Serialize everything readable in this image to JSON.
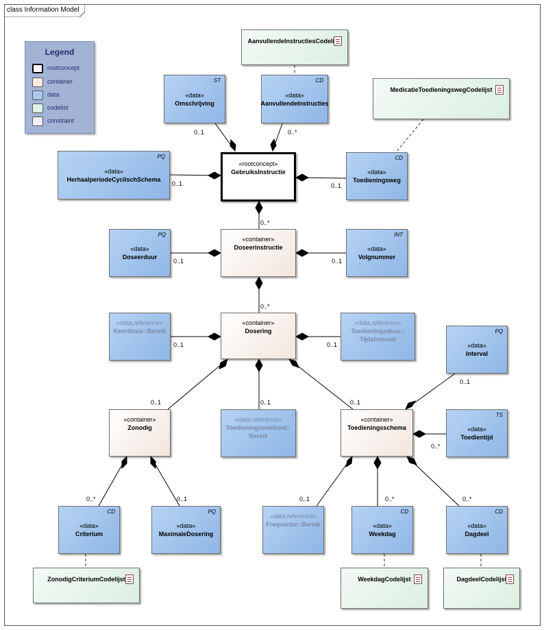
{
  "frame": {
    "title": "class Information Model"
  },
  "legend": {
    "title": "Legend",
    "items": [
      {
        "label": "rootconcept",
        "color": "#ffffff"
      },
      {
        "label": "container",
        "color": "#f8ece3"
      },
      {
        "label": "data",
        "color": "#a8c8f0"
      },
      {
        "label": "codelist",
        "color": "#dff2e6"
      },
      {
        "label": "constraint",
        "color": "#eef0fb"
      }
    ]
  },
  "nodes": {
    "aanvullende_codelijst": {
      "name": "AanvullendeInstructiesCodelijst"
    },
    "medicatie_codelijst": {
      "name": "MedicatieToedieningswegCodelijst"
    },
    "omschrijving": {
      "stereo": "«data»",
      "name": "Omschrijving",
      "tag": "ST"
    },
    "aanvullende": {
      "stereo": "«data»",
      "name": "AanvullendeInstructies",
      "tag": "CD"
    },
    "herhaal": {
      "stereo": "«data»",
      "name": "HerhaalperiodeCyclischSchema",
      "tag": "PQ"
    },
    "gebruik": {
      "stereo": "«rootconcept»",
      "name": "GebruiksInstructie"
    },
    "toedieningsweg": {
      "stereo": "«data»",
      "name": "Toedieningsweg",
      "tag": "CD"
    },
    "doseerduur": {
      "stereo": "«data»",
      "name": "Doseerduur",
      "tag": "PQ"
    },
    "doseerinstructie": {
      "stereo": "«container»",
      "name": "Doseerinstructie"
    },
    "volgnummer": {
      "stereo": "«data»",
      "name": "Volgnummer",
      "tag": "INT"
    },
    "keerdosis": {
      "stereo": "«data,reference»",
      "name": "Keerdosis::Bereik"
    },
    "dosering": {
      "stereo": "«container»",
      "name": "Dosering"
    },
    "toedieningsduur": {
      "stereo": "«data,reference»",
      "name": "Toedieningsduur::",
      "name2": "TijdsInterval"
    },
    "interval": {
      "stereo": "«data»",
      "name": "Interval",
      "tag": "PQ"
    },
    "zonodig": {
      "stereo": "«container»",
      "name": "Zonodig"
    },
    "snelheid": {
      "stereo": "«data,reference»",
      "name": "Toedieningssnelheid::",
      "name2": "Bereik"
    },
    "schema": {
      "stereo": "«container»",
      "name": "Toedieningsschema"
    },
    "toedientijd": {
      "stereo": "«data»",
      "name": "Toedientijd",
      "tag": "TS"
    },
    "criterium": {
      "stereo": "«data»",
      "name": "Criterium",
      "tag": "CD"
    },
    "maximale": {
      "stereo": "«data»",
      "name": "MaximaleDosering",
      "tag": "PQ"
    },
    "frequentie": {
      "stereo": "«data,reference»",
      "name": "Frequentie::Bereik"
    },
    "weekdag": {
      "stereo": "«data»",
      "name": "Weekdag",
      "tag": "CD"
    },
    "dagdeel": {
      "stereo": "«data»",
      "name": "Dagdeel",
      "tag": "CD"
    },
    "zonodig_codelijst": {
      "name": "ZonodigCriteriumCodelijst"
    },
    "weekdag_codelijst": {
      "name": "WeekdagCodelijst"
    },
    "dagdeel_codelijst": {
      "name": "DagdeelCodelijst"
    }
  },
  "multiplicities": {
    "omschrijving": "0..1",
    "aanvullende": "0..*",
    "herhaal": "0..1",
    "toedieningsweg": "0..1",
    "doseerinstructie": "0..*",
    "doseerduur": "0..1",
    "volgnummer": "0..1",
    "dosering": "0..*",
    "keerdosis": "0..1",
    "toedieningsduur": "0..1",
    "zonodig": "0..1",
    "snelheid": "0..1",
    "schema": "0..1",
    "interval": "0..1",
    "toedientijd": "0..*",
    "criterium": "0..*",
    "maximale": "0..1",
    "frequentie": "0..1",
    "weekdag": "0..*",
    "dagdeel": "0..*"
  }
}
